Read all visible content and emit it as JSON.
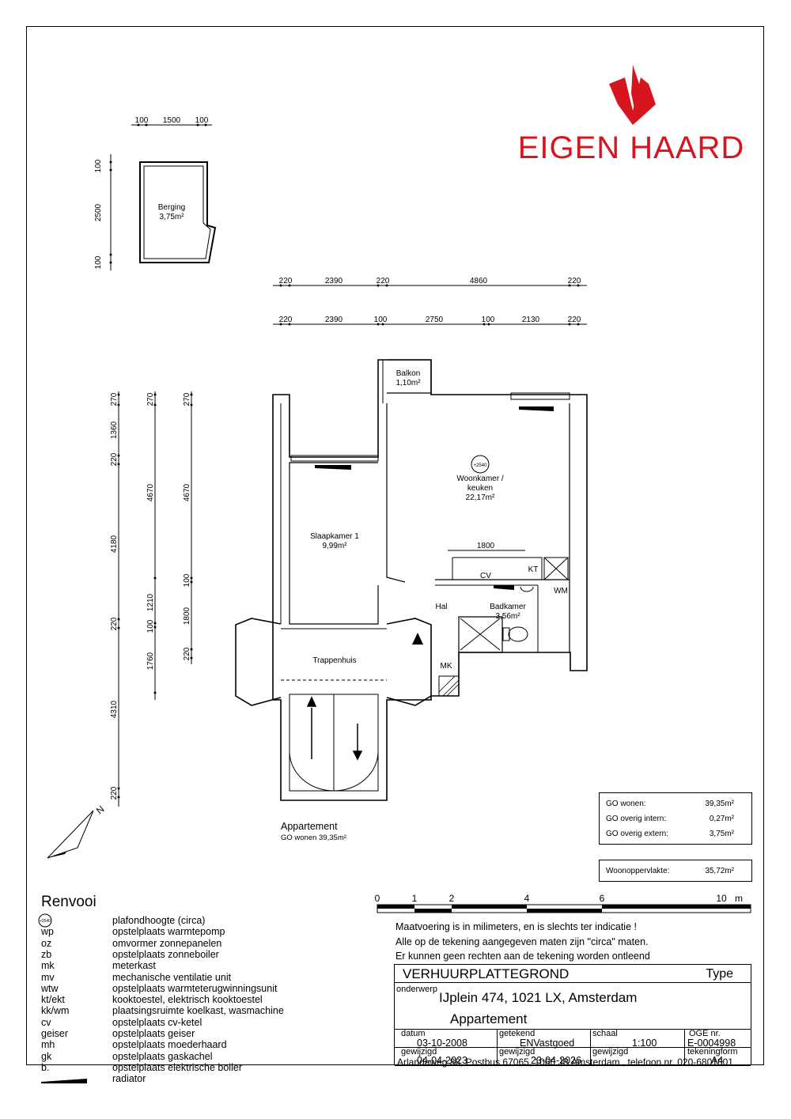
{
  "logo": {
    "brand": "EIGEN HAARD",
    "color": "#d7151f"
  },
  "berging": {
    "name": "Berging",
    "area": "3,75m²",
    "dims_top": [
      "100",
      "1500",
      "100"
    ],
    "dims_left": [
      "100",
      "2500",
      "100"
    ]
  },
  "dims_top_1": [
    "220",
    "2390",
    "220",
    "4860",
    "220"
  ],
  "dims_top_2": [
    "220",
    "2390",
    "100",
    "2750",
    "100",
    "2130",
    "220"
  ],
  "dims_left_1": [
    "270",
    "1360",
    "220",
    "4180",
    "220",
    "4310",
    "220"
  ],
  "dims_left_2": [
    "270",
    "4670",
    "1210",
    "100",
    "1760"
  ],
  "dims_left_3": [
    "270",
    "4670",
    "100",
    "1800",
    "220"
  ],
  "dim_kitchen": "1800",
  "rooms": {
    "balkon": {
      "name": "Balkon",
      "area": "1,10m²"
    },
    "woonkamer": {
      "name1": "Woonkamer /",
      "name2": "keuken",
      "area": "22,17m²"
    },
    "slaapkamer": {
      "name": "Slaapkamer 1",
      "area": "9,99m²"
    },
    "hal": {
      "name": "Hal"
    },
    "badkamer": {
      "name": "Badkamer",
      "area": "3,56m²"
    },
    "trappenhuis": {
      "name": "Trappenhuis"
    },
    "kt": "KT",
    "wm": "WM",
    "mk": "MK",
    "cv": "CV",
    "ceiling": "+2540"
  },
  "appartement": {
    "title": "Appartement",
    "subtitle": "GO wonen 39,35m²"
  },
  "north": "N",
  "go_table": [
    {
      "label": "GO wonen:",
      "value": "39,35m²"
    },
    {
      "label": "GO overig intern:",
      "value": "0,27m²"
    },
    {
      "label": "GO overig extern:",
      "value": "3,75m²"
    }
  ],
  "woon": {
    "label": "Woonoppervlakte:",
    "value": "35,72m²"
  },
  "scale": {
    "ticks": [
      "0",
      "1",
      "2",
      "4",
      "6",
      "10"
    ],
    "unit": "m"
  },
  "notes": [
    "Maatvoering is in milimeters, en is slechts ter indicatie !",
    "Alle op de tekening aangegeven maten zijn \"circa\" maten.",
    "Er kunnen geen rechten aan de tekening worden ontleend"
  ],
  "renvoi": {
    "title": "Renvooi",
    "items": [
      {
        "code": "+2540",
        "desc": "plafondhoogte (circa)"
      },
      {
        "code": "wp",
        "desc": "opstelplaats warmtepomp"
      },
      {
        "code": "oz",
        "desc": "omvormer zonnepanelen"
      },
      {
        "code": "zb",
        "desc": "opstelplaats zonneboiler"
      },
      {
        "code": "mk",
        "desc": "meterkast"
      },
      {
        "code": "mv",
        "desc": "mechanische ventilatie unit"
      },
      {
        "code": "wtw",
        "desc": "opstelplaats warmteterugwinningsunit"
      },
      {
        "code": "kt/ekt",
        "desc": "kooktoestel, elektrisch kooktoestel"
      },
      {
        "code": "kk/wm",
        "desc": "plaatsingsruimte koelkast, wasmachine"
      },
      {
        "code": "cv",
        "desc": "opstelplaats cv-ketel"
      },
      {
        "code": "geiser",
        "desc": "opstelplaats geiser"
      },
      {
        "code": "mh",
        "desc": "opstelplaats moederhaard"
      },
      {
        "code": "gk",
        "desc": "opstelplaats gaskachel"
      },
      {
        "code": "b.",
        "desc": "opstelplaats elektrische boiler"
      },
      {
        "code": "",
        "desc": "radiator"
      }
    ]
  },
  "titleblock": {
    "title": "VERHUURPLATTEGROND",
    "type_label": "Type",
    "onderwerp_label": "onderwerp",
    "address": "IJplein 474, 1021 LX, Amsterdam",
    "kind": "Appartement",
    "datum_label": "datum",
    "datum": "03-10-2008",
    "getekend_label": "getekend",
    "getekend": "ENVastgoed",
    "schaal_label": "schaal",
    "schaal": "1:100",
    "oge_label": "OGE nr.",
    "oge": "E-0004998",
    "gewijzigd1_label": "gewijzigd",
    "gewijzigd1": "04-04-2023",
    "gewijzigd2_label": "gewijzigd",
    "gewijzigd2": "23-04-2026",
    "gewijzigd3_label": "gewijzigd",
    "gewijzigd3": "",
    "tekeningform_label": "tekeningform",
    "tekeningform": "A4",
    "footer": "Arlandaweg 88, Postbus 67065, 1060 JB Amsterdam , telefoon nr. 020-6801801"
  }
}
